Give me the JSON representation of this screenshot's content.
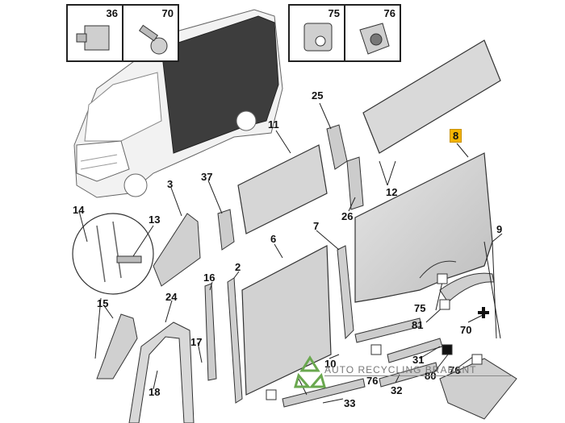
{
  "diagram": {
    "callouts": [
      {
        "id": "c36",
        "text": "36"
      },
      {
        "id": "c70a",
        "text": "70"
      },
      {
        "id": "c75a",
        "text": "75"
      },
      {
        "id": "c76a",
        "text": "76"
      },
      {
        "id": "c25",
        "text": "25"
      },
      {
        "id": "c11",
        "text": "11"
      },
      {
        "id": "c8",
        "text": "8"
      },
      {
        "id": "c12",
        "text": "12"
      },
      {
        "id": "c26",
        "text": "26"
      },
      {
        "id": "c37",
        "text": "37"
      },
      {
        "id": "c3",
        "text": "3"
      },
      {
        "id": "c14",
        "text": "14"
      },
      {
        "id": "c13",
        "text": "13"
      },
      {
        "id": "c7",
        "text": "7"
      },
      {
        "id": "c6",
        "text": "6"
      },
      {
        "id": "c9",
        "text": "9"
      },
      {
        "id": "c2",
        "text": "2"
      },
      {
        "id": "c16",
        "text": "16"
      },
      {
        "id": "c15",
        "text": "15"
      },
      {
        "id": "c24",
        "text": "24"
      },
      {
        "id": "c75b",
        "text": "75"
      },
      {
        "id": "c81",
        "text": "81"
      },
      {
        "id": "c70b",
        "text": "70"
      },
      {
        "id": "c17",
        "text": "17"
      },
      {
        "id": "c10",
        "text": "10"
      },
      {
        "id": "c31",
        "text": "31"
      },
      {
        "id": "c80",
        "text": "80"
      },
      {
        "id": "c76b",
        "text": "76"
      },
      {
        "id": "c32",
        "text": "32"
      },
      {
        "id": "c33",
        "text": "33"
      },
      {
        "id": "c18",
        "text": "18"
      },
      {
        "id": "c76c",
        "text": "76"
      }
    ]
  },
  "watermark": {
    "text": "AUTO RECYCLING BRABANT"
  },
  "colors": {
    "part_fill": "#d4d4d4",
    "part_stroke": "#333333",
    "highlight": "#f4b400"
  }
}
